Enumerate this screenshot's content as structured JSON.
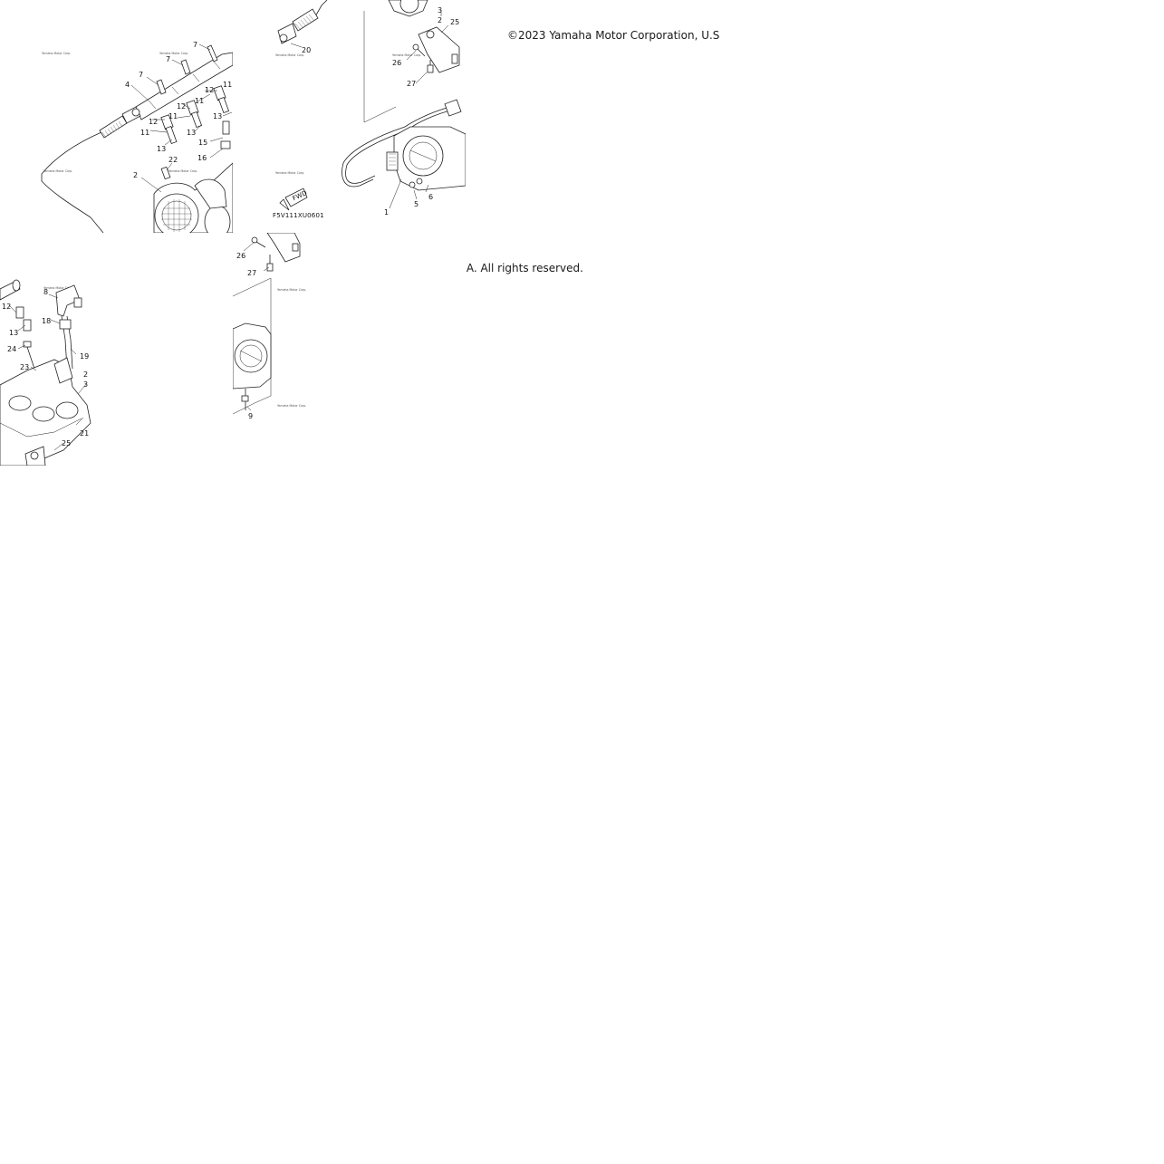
{
  "copyright": {
    "line1": "©2023 Yamaha Motor Corporation, U.S",
    "line2": ".A. All rights reserved."
  },
  "diagram": {
    "drawing_code": "F5V111XU0601",
    "fwd_label": "FWD",
    "watermark": "Yamaha Motor Corp.",
    "tile_a_callouts": {
      "c7a": "7",
      "c7b": "7",
      "c7c": "7",
      "c4": "4",
      "c11a": "11",
      "c11b": "11",
      "c11c": "11",
      "c11d": "11",
      "c12a": "12",
      "c12b": "12",
      "c12c": "12",
      "c13a": "13",
      "c13b": "13",
      "c13c": "13",
      "c15": "15",
      "c16": "16",
      "c22": "22",
      "c2": "2"
    },
    "tile_b_callouts": {
      "c20": "20",
      "c3": "3",
      "c2": "2",
      "c25": "25",
      "c26": "26",
      "c27": "27",
      "c5": "5",
      "c6": "6",
      "c1": "1"
    },
    "tile_c_callouts": {
      "c8": "8",
      "c12": "12",
      "c13": "13",
      "c18": "18",
      "c24": "24",
      "c23": "23",
      "c19": "19",
      "c2": "2",
      "c3": "3",
      "c21": "21",
      "c25": "25"
    },
    "tile_d_callouts": {
      "c26": "26",
      "c27": "27",
      "c9": "9"
    }
  }
}
